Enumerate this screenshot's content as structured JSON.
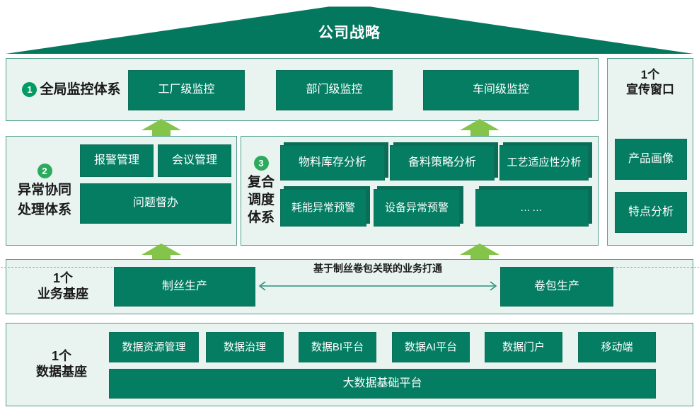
{
  "roof": {
    "label": "公司战略"
  },
  "tier1": {
    "badge": "1",
    "label": "全局监控体系",
    "boxes": [
      {
        "label": "工厂级监控"
      },
      {
        "label": "部门级监控"
      },
      {
        "label": "车间级监控"
      }
    ]
  },
  "tier2": {
    "badge": "2",
    "label_lines": [
      "异常协同",
      "处理体系"
    ],
    "boxes_top": [
      {
        "label": "报警管理"
      },
      {
        "label": "会议管理"
      }
    ],
    "boxes_bottom": [
      {
        "label": "问题督办"
      }
    ]
  },
  "tier3": {
    "badge": "3",
    "label_lines": [
      "复合",
      "调度",
      "体系"
    ],
    "boxes_top": [
      {
        "label": "物料库存分析"
      },
      {
        "label": "备料策略分析"
      },
      {
        "label": "工艺适应性分析"
      }
    ],
    "boxes_bottom": [
      {
        "label": "耗能异常预警"
      },
      {
        "label": "设备异常预警"
      },
      {
        "label": "……"
      }
    ]
  },
  "sidebar": {
    "title_lines": [
      "1个",
      "宣传窗口"
    ],
    "boxes": [
      {
        "label": "产品画像"
      },
      {
        "label": "特点分析"
      }
    ]
  },
  "business_base": {
    "title_lines": [
      "1个",
      "业务基座"
    ],
    "left_box": "制丝生产",
    "right_box": "卷包生产",
    "connector_label": "基于制丝卷包关联的业务打通"
  },
  "data_base": {
    "title_lines": [
      "1个",
      "数据基座"
    ],
    "boxes": [
      {
        "label": "数据资源管理"
      },
      {
        "label": "数据治理"
      },
      {
        "label": "数据BI平台"
      },
      {
        "label": "数据AI平台"
      },
      {
        "label": "数据门户"
      },
      {
        "label": "移动端"
      }
    ],
    "wide_box": "大数据基础平台"
  },
  "colors": {
    "roof_green": "#04785f",
    "box_green": "#057d62",
    "panel_bg": "#e9f4f1",
    "panel_border": "#4e9e8c",
    "arrow_green": "#84c44a",
    "badge_dark": "#049a63",
    "badge_light": "#2eaa5f",
    "connector_teal": "#2e8f7d",
    "dash_gray": "#9aa5a2"
  }
}
